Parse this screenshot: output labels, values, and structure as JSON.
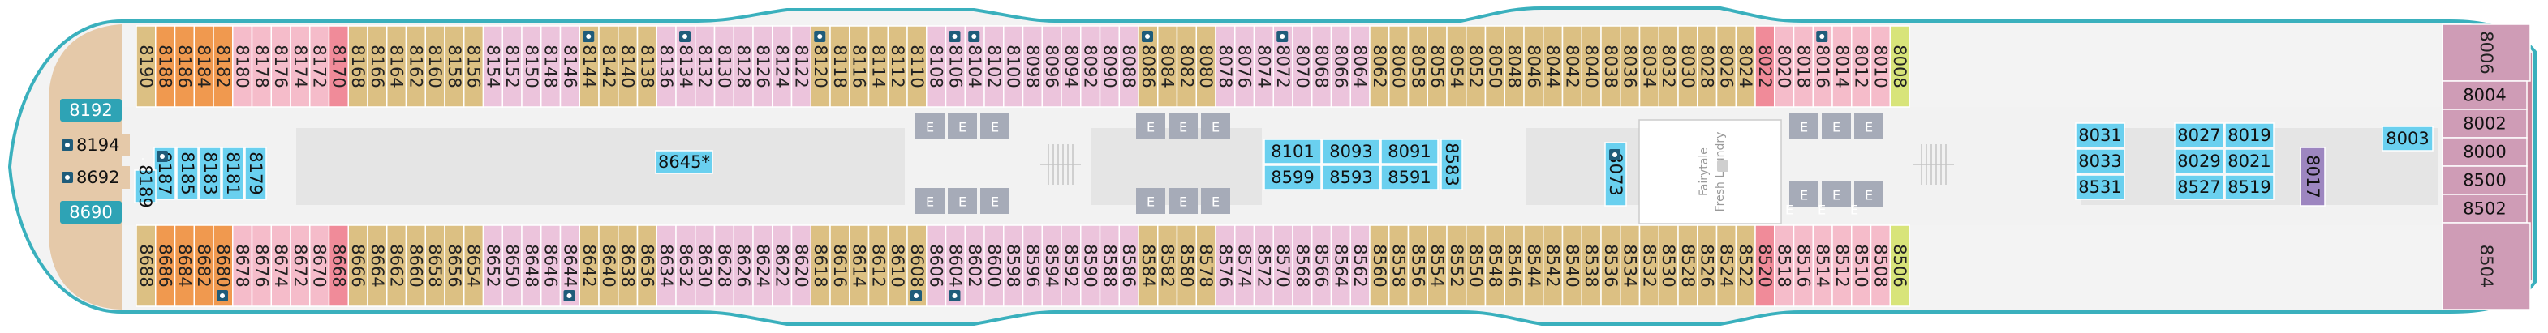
{
  "deck": {
    "colors": {
      "outline": "#3ab0bd",
      "hull_fill": "#f3f3f3",
      "bow_fill": "#e5c9a9",
      "stern_fill": "#c9879f",
      "corridor": "#f2f2f2",
      "tan": "#dcc083",
      "orange": "#f0994f",
      "pink_light": "#ecc4dc",
      "pink_pale": "#f5bcca",
      "red": "#f08b99",
      "blue": "#6ad0ef",
      "purple": "#9d86c0",
      "lime": "#d8e47a",
      "stern_cabin": "#cf9cb6",
      "elevator": "#a6abb8",
      "navy_tag": "#1f5c7a",
      "teal_tag": "#2ea3b5",
      "text": "#222222"
    },
    "upper_row": {
      "cabins": [
        {
          "n": "8190",
          "c": "tan"
        },
        {
          "n": "8188",
          "c": "orange"
        },
        {
          "n": "8186",
          "c": "orange"
        },
        {
          "n": "8184",
          "c": "orange"
        },
        {
          "n": "8182",
          "c": "orange"
        },
        {
          "n": "8180",
          "c": "pink_pale"
        },
        {
          "n": "8178",
          "c": "pink_pale"
        },
        {
          "n": "8176",
          "c": "pink_pale"
        },
        {
          "n": "8174",
          "c": "pink_pale"
        },
        {
          "n": "8172",
          "c": "pink_pale"
        },
        {
          "n": "8170",
          "c": "red"
        },
        {
          "n": "8168",
          "c": "tan"
        },
        {
          "n": "8166",
          "c": "tan"
        },
        {
          "n": "8164",
          "c": "tan"
        },
        {
          "n": "8162",
          "c": "tan"
        },
        {
          "n": "8160",
          "c": "tan"
        },
        {
          "n": "8158",
          "c": "tan"
        },
        {
          "n": "8156",
          "c": "tan"
        },
        {
          "n": "8154",
          "c": "pink_light"
        },
        {
          "n": "8152",
          "c": "pink_light"
        },
        {
          "n": "8150",
          "c": "pink_light"
        },
        {
          "n": "8148",
          "c": "pink_light"
        },
        {
          "n": "8146",
          "c": "pink_light"
        },
        {
          "n": "8144",
          "c": "tan"
        },
        {
          "n": "8142",
          "c": "tan"
        },
        {
          "n": "8140",
          "c": "tan"
        },
        {
          "n": "8138",
          "c": "tan"
        },
        {
          "n": "8136",
          "c": "pink_light"
        },
        {
          "n": "8134",
          "c": "pink_light"
        },
        {
          "n": "8132",
          "c": "pink_light"
        },
        {
          "n": "8130",
          "c": "pink_light"
        },
        {
          "n": "8128",
          "c": "pink_light"
        },
        {
          "n": "8126",
          "c": "pink_light"
        },
        {
          "n": "8124",
          "c": "pink_light"
        },
        {
          "n": "8122",
          "c": "pink_light"
        },
        {
          "n": "8120",
          "c": "tan"
        },
        {
          "n": "8118",
          "c": "tan"
        },
        {
          "n": "8116",
          "c": "tan"
        },
        {
          "n": "8114",
          "c": "tan"
        },
        {
          "n": "8112",
          "c": "tan"
        },
        {
          "n": "8110",
          "c": "tan"
        },
        {
          "n": "8108",
          "c": "pink_light"
        },
        {
          "n": "8106",
          "c": "pink_light"
        },
        {
          "n": "8104",
          "c": "pink_light"
        },
        {
          "n": "8102",
          "c": "pink_light"
        },
        {
          "n": "8100",
          "c": "pink_light"
        },
        {
          "n": "8098",
          "c": "pink_light"
        },
        {
          "n": "8096",
          "c": "pink_light"
        },
        {
          "n": "8094",
          "c": "pink_light"
        },
        {
          "n": "8092",
          "c": "pink_light"
        },
        {
          "n": "8090",
          "c": "pink_light"
        },
        {
          "n": "8088",
          "c": "pink_light"
        },
        {
          "n": "8086",
          "c": "tan"
        },
        {
          "n": "8084",
          "c": "tan"
        },
        {
          "n": "8082",
          "c": "tan"
        },
        {
          "n": "8080",
          "c": "tan"
        },
        {
          "n": "8078",
          "c": "pink_light"
        },
        {
          "n": "8076",
          "c": "pink_light"
        },
        {
          "n": "8074",
          "c": "pink_light"
        },
        {
          "n": "8072",
          "c": "pink_light"
        },
        {
          "n": "8070",
          "c": "pink_light"
        },
        {
          "n": "8068",
          "c": "pink_light"
        },
        {
          "n": "8066",
          "c": "pink_light"
        },
        {
          "n": "8064",
          "c": "pink_light"
        },
        {
          "n": "8062",
          "c": "tan"
        },
        {
          "n": "8060",
          "c": "tan"
        },
        {
          "n": "8058",
          "c": "tan"
        },
        {
          "n": "8056",
          "c": "tan"
        },
        {
          "n": "8054",
          "c": "tan"
        },
        {
          "n": "8052",
          "c": "tan"
        },
        {
          "n": "8050",
          "c": "tan"
        },
        {
          "n": "8048",
          "c": "tan"
        },
        {
          "n": "8046",
          "c": "tan"
        },
        {
          "n": "8044",
          "c": "tan"
        },
        {
          "n": "8042",
          "c": "tan"
        },
        {
          "n": "8040",
          "c": "tan"
        },
        {
          "n": "8038",
          "c": "tan"
        },
        {
          "n": "8036",
          "c": "tan"
        },
        {
          "n": "8034",
          "c": "tan"
        },
        {
          "n": "8032",
          "c": "tan"
        },
        {
          "n": "8030",
          "c": "tan"
        },
        {
          "n": "8028",
          "c": "tan"
        },
        {
          "n": "8026",
          "c": "tan"
        },
        {
          "n": "8024",
          "c": "tan"
        },
        {
          "n": "8022",
          "c": "red"
        },
        {
          "n": "8020",
          "c": "pink_pale"
        },
        {
          "n": "8018",
          "c": "pink_pale"
        },
        {
          "n": "8016",
          "c": "pink_pale"
        },
        {
          "n": "8014",
          "c": "pink_pale"
        },
        {
          "n": "8012",
          "c": "pink_pale"
        },
        {
          "n": "8010",
          "c": "pink_pale"
        },
        {
          "n": "8008",
          "c": "lime"
        }
      ],
      "accessible": [
        "8144",
        "8134",
        "8120",
        "8106",
        "8104",
        "8086",
        "8072",
        "8016"
      ]
    },
    "lower_row": {
      "cabins": [
        {
          "n": "8688",
          "c": "tan"
        },
        {
          "n": "8686",
          "c": "orange"
        },
        {
          "n": "8684",
          "c": "orange"
        },
        {
          "n": "8682",
          "c": "orange"
        },
        {
          "n": "8680",
          "c": "orange"
        },
        {
          "n": "8678",
          "c": "pink_pale"
        },
        {
          "n": "8676",
          "c": "pink_pale"
        },
        {
          "n": "8674",
          "c": "pink_pale"
        },
        {
          "n": "8672",
          "c": "pink_pale"
        },
        {
          "n": "8670",
          "c": "pink_pale"
        },
        {
          "n": "8668",
          "c": "red"
        },
        {
          "n": "8666",
          "c": "tan"
        },
        {
          "n": "8664",
          "c": "tan"
        },
        {
          "n": "8662",
          "c": "tan"
        },
        {
          "n": "8660",
          "c": "tan"
        },
        {
          "n": "8658",
          "c": "tan"
        },
        {
          "n": "8656",
          "c": "tan"
        },
        {
          "n": "8654",
          "c": "tan"
        },
        {
          "n": "8652",
          "c": "pink_light"
        },
        {
          "n": "8650",
          "c": "pink_light"
        },
        {
          "n": "8648",
          "c": "pink_light"
        },
        {
          "n": "8646",
          "c": "pink_light"
        },
        {
          "n": "8644",
          "c": "pink_light"
        },
        {
          "n": "8642",
          "c": "tan"
        },
        {
          "n": "8640",
          "c": "tan"
        },
        {
          "n": "8638",
          "c": "tan"
        },
        {
          "n": "8636",
          "c": "tan"
        },
        {
          "n": "8634",
          "c": "pink_light"
        },
        {
          "n": "8632",
          "c": "pink_light"
        },
        {
          "n": "8630",
          "c": "pink_light"
        },
        {
          "n": "8628",
          "c": "pink_light"
        },
        {
          "n": "8626",
          "c": "pink_light"
        },
        {
          "n": "8624",
          "c": "pink_light"
        },
        {
          "n": "8622",
          "c": "pink_light"
        },
        {
          "n": "8620",
          "c": "pink_light"
        },
        {
          "n": "8618",
          "c": "tan"
        },
        {
          "n": "8616",
          "c": "tan"
        },
        {
          "n": "8614",
          "c": "tan"
        },
        {
          "n": "8612",
          "c": "tan"
        },
        {
          "n": "8610",
          "c": "tan"
        },
        {
          "n": "8608",
          "c": "tan"
        },
        {
          "n": "8606",
          "c": "pink_light"
        },
        {
          "n": "8604",
          "c": "pink_light"
        },
        {
          "n": "8602",
          "c": "pink_light"
        },
        {
          "n": "8600",
          "c": "pink_light"
        },
        {
          "n": "8598",
          "c": "pink_light"
        },
        {
          "n": "8596",
          "c": "pink_light"
        },
        {
          "n": "8594",
          "c": "pink_light"
        },
        {
          "n": "8592",
          "c": "pink_light"
        },
        {
          "n": "8590",
          "c": "pink_light"
        },
        {
          "n": "8588",
          "c": "pink_light"
        },
        {
          "n": "8586",
          "c": "pink_light"
        },
        {
          "n": "8584",
          "c": "tan"
        },
        {
          "n": "8582",
          "c": "tan"
        },
        {
          "n": "8580",
          "c": "tan"
        },
        {
          "n": "8578",
          "c": "tan"
        },
        {
          "n": "8576",
          "c": "pink_light"
        },
        {
          "n": "8574",
          "c": "pink_light"
        },
        {
          "n": "8572",
          "c": "pink_light"
        },
        {
          "n": "8570",
          "c": "pink_light"
        },
        {
          "n": "8568",
          "c": "pink_light"
        },
        {
          "n": "8566",
          "c": "pink_light"
        },
        {
          "n": "8564",
          "c": "pink_light"
        },
        {
          "n": "8562",
          "c": "pink_light"
        },
        {
          "n": "8560",
          "c": "tan"
        },
        {
          "n": "8558",
          "c": "tan"
        },
        {
          "n": "8556",
          "c": "tan"
        },
        {
          "n": "8554",
          "c": "tan"
        },
        {
          "n": "8552",
          "c": "tan"
        },
        {
          "n": "8550",
          "c": "tan"
        },
        {
          "n": "8548",
          "c": "tan"
        },
        {
          "n": "8546",
          "c": "tan"
        },
        {
          "n": "8544",
          "c": "tan"
        },
        {
          "n": "8542",
          "c": "tan"
        },
        {
          "n": "8540",
          "c": "tan"
        },
        {
          "n": "8538",
          "c": "tan"
        },
        {
          "n": "8536",
          "c": "tan"
        },
        {
          "n": "8534",
          "c": "tan"
        },
        {
          "n": "8532",
          "c": "tan"
        },
        {
          "n": "8530",
          "c": "tan"
        },
        {
          "n": "8528",
          "c": "tan"
        },
        {
          "n": "8526",
          "c": "tan"
        },
        {
          "n": "8524",
          "c": "tan"
        },
        {
          "n": "8522",
          "c": "tan"
        },
        {
          "n": "8520",
          "c": "red"
        },
        {
          "n": "8518",
          "c": "pink_pale"
        },
        {
          "n": "8516",
          "c": "pink_pale"
        },
        {
          "n": "8514",
          "c": "pink_pale"
        },
        {
          "n": "8512",
          "c": "pink_pale"
        },
        {
          "n": "8510",
          "c": "pink_pale"
        },
        {
          "n": "8508",
          "c": "pink_pale"
        },
        {
          "n": "8506",
          "c": "lime"
        }
      ],
      "accessible": [
        "8680",
        "8644",
        "8608",
        "8604"
      ]
    },
    "bow_tags": [
      {
        "n": "8192",
        "style": "teal"
      },
      {
        "n": "8194",
        "style": "plain"
      },
      {
        "n": "8692",
        "style": "plain"
      },
      {
        "n": "8690",
        "style": "teal"
      }
    ],
    "stern_cabins": [
      "8006",
      "8004",
      "8002",
      "8000",
      "8500",
      "8502",
      "8504"
    ],
    "inside_cabins": {
      "fwd_block": [
        "8187",
        "8185",
        "8183",
        "8181",
        "8179",
        "8189"
      ],
      "feature": "8645*",
      "mid_grid": [
        [
          "8101",
          "8093",
          "8091"
        ],
        [
          "8599",
          "8593",
          "8591"
        ]
      ],
      "mid_single": [
        "8583",
        "8073"
      ],
      "aft_grid": [
        [
          "8031",
          "8027",
          "8019"
        ],
        [
          "8033",
          "8029",
          "8021"
        ],
        [
          "8531",
          "8527",
          "8519"
        ]
      ],
      "aft_purple": "8017",
      "aft_single": "8003"
    },
    "elevator_letter": "E",
    "laundry_text": [
      "Fairytale",
      "Fresh Laundry"
    ]
  }
}
